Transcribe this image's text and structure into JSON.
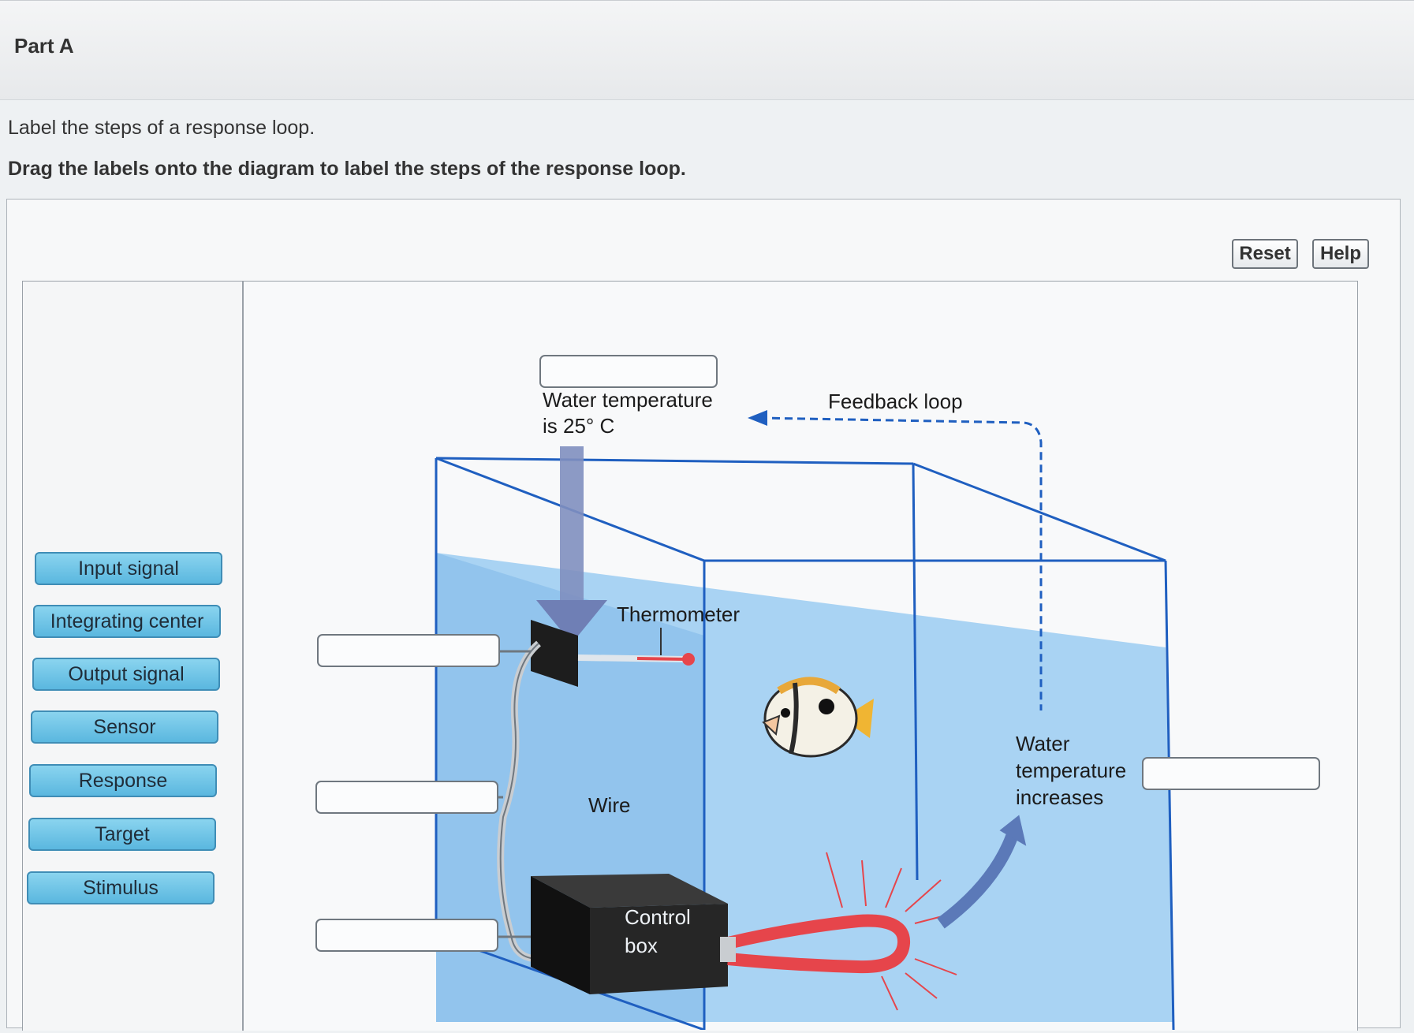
{
  "part": {
    "title": "Part A"
  },
  "instructions": {
    "line1": "Label the steps of a response loop.",
    "line2": "Drag the labels onto the diagram to label the steps of the response loop."
  },
  "toolbar": {
    "reset_label": "Reset",
    "help_label": "Help"
  },
  "label_bank": [
    "Input signal",
    "Integrating center",
    "Output signal",
    "Sensor",
    "Response",
    "Target",
    "Stimulus"
  ],
  "diagram": {
    "stimulus_text": [
      "Water temperature",
      "is 25° C"
    ],
    "feedback_label": "Feedback loop",
    "thermometer_label": "Thermometer",
    "wire_label": "Wire",
    "control_box_label": [
      "Control",
      "box"
    ],
    "response_text": [
      "Water",
      "temperature",
      "increases"
    ]
  },
  "colors": {
    "chip_fill": "#6cc3e6",
    "chip_border": "#3f8db6",
    "tank_edge": "#1f5fc0",
    "water": "#8fc6f0",
    "heater": "#e6454b",
    "arrow": "#5b79b8"
  }
}
